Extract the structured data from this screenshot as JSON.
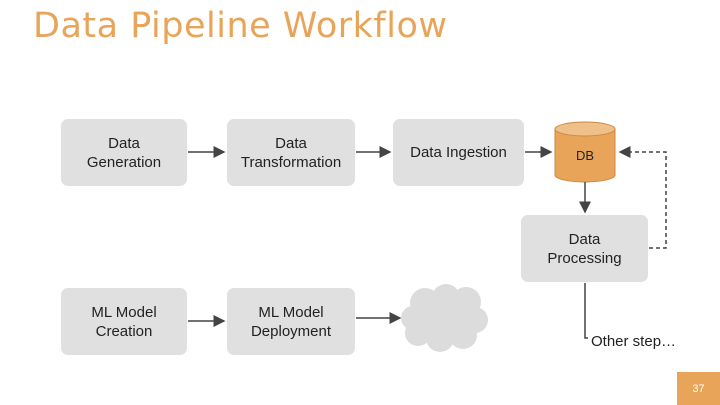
{
  "title": "Data Pipeline Workflow",
  "nodes": {
    "data_generation": "Data\nGeneration",
    "data_transformation": "Data\nTransformation",
    "data_ingestion": "Data Ingestion",
    "db": "DB",
    "data_processing": "Data\nProcessing",
    "ml_model_creation": "ML Model\nCreation",
    "ml_model_deployment": "ML Model\nDeployment",
    "other_step": "Other step…"
  },
  "page_number": "37",
  "colors": {
    "accent": "#e8a559",
    "box_fill": "#e0e0e0",
    "cloud_fill": "#dcdcdc",
    "line": "#444444"
  }
}
